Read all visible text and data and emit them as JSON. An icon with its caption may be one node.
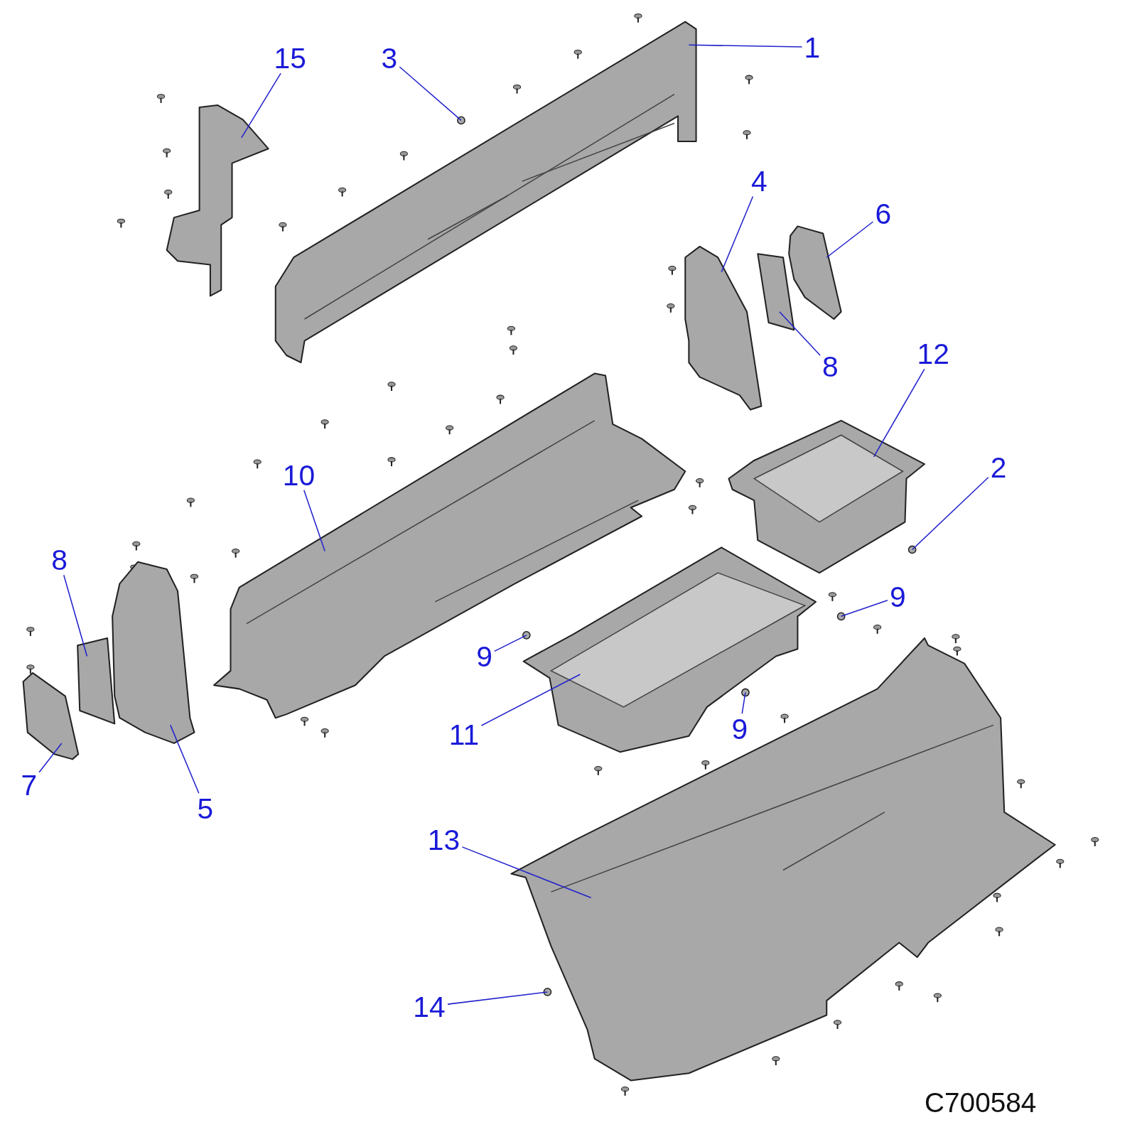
{
  "diagram": {
    "nodes": [
      {
        "text": [
          "15"
        ]
      },
      {
        "text": [
          "3"
        ]
      },
      {
        "text": [
          "1"
        ]
      },
      {
        "text": [
          "4"
        ]
      },
      {
        "text": [
          "6"
        ]
      },
      {
        "text": [
          "8"
        ]
      },
      {
        "text": [
          "12"
        ]
      },
      {
        "text": [
          "10"
        ]
      },
      {
        "text": [
          "2"
        ]
      },
      {
        "text": [
          "9"
        ]
      },
      {
        "text": [
          "8"
        ]
      },
      {
        "text": [
          "9"
        ]
      },
      {
        "text": [
          "9"
        ]
      },
      {
        "text": [
          "11"
        ]
      },
      {
        "text": [
          "7"
        ]
      },
      {
        "text": [
          "5"
        ]
      },
      {
        "text": [
          "13"
        ]
      },
      {
        "text": [
          "14"
        ]
      },
      {
        "text": [],
        "shape": "picture"
      },
      {
        "text": [],
        "shape": "circle"
      },
      {
        "text": [],
        "shape": "picture"
      },
      {
        "text": [],
        "shape": "picture"
      },
      {
        "text": [],
        "shape": "picture"
      },
      {
        "text": [],
        "shape": "picture"
      },
      {
        "text": [],
        "shape": "picture"
      },
      {
        "text": [],
        "shape": "picture"
      },
      {
        "text": [],
        "shape": "circle"
      },
      {
        "text": [],
        "shape": "circle"
      },
      {
        "text": [],
        "shape": "picture"
      },
      {
        "text": [],
        "shape": "circle"
      },
      {
        "text": [],
        "shape": "circle"
      },
      {
        "text": [],
        "shape": "picture"
      },
      {
        "text": [],
        "shape": "picture"
      },
      {
        "text": [],
        "shape": "picture"
      },
      {
        "text": [],
        "shape": "picture"
      },
      {
        "text": [],
        "shape": "circle"
      }
    ],
    "edges": [
      {
        "from": 0,
        "to": 18,
        "arrow": "none"
      },
      {
        "from": 1,
        "to": 19,
        "arrow": "none"
      },
      {
        "from": 2,
        "to": 20,
        "arrow": "none"
      },
      {
        "from": 3,
        "to": 21,
        "arrow": "none"
      },
      {
        "from": 4,
        "to": 22,
        "arrow": "none"
      },
      {
        "from": 5,
        "to": 23,
        "arrow": "none"
      },
      {
        "from": 6,
        "to": 24,
        "arrow": "none"
      },
      {
        "from": 7,
        "to": 25,
        "arrow": "none"
      },
      {
        "from": 8,
        "to": 26,
        "arrow": "none"
      },
      {
        "from": 9,
        "to": 27,
        "arrow": "none"
      },
      {
        "from": 10,
        "to": 28,
        "arrow": "none"
      },
      {
        "from": 11,
        "to": 29,
        "arrow": "none"
      },
      {
        "from": 12,
        "to": 30,
        "arrow": "none"
      },
      {
        "from": 13,
        "to": 31,
        "arrow": "none"
      },
      {
        "from": 14,
        "to": 32,
        "arrow": "none"
      },
      {
        "from": 15,
        "to": 33,
        "arrow": "none"
      },
      {
        "from": 16,
        "to": 34,
        "arrow": "none"
      },
      {
        "from": 17,
        "to": 35,
        "arrow": "none"
      }
    ],
    "labels": [
      "C700584"
    ]
  }
}
